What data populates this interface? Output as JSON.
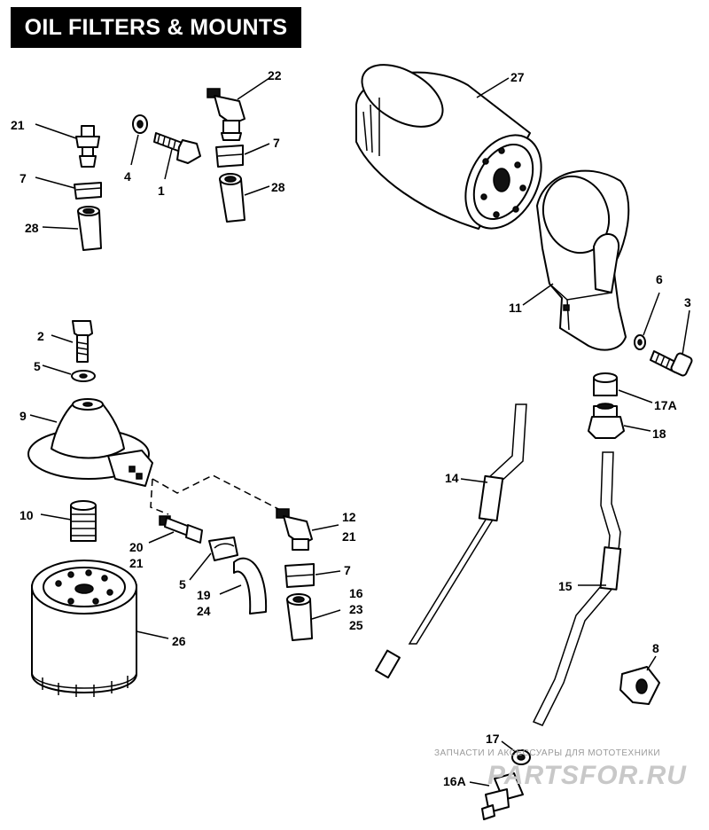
{
  "title": "OIL FILTERS & MOUNTS",
  "callouts": {
    "c21a": "21",
    "c7a": "7",
    "c28a": "28",
    "c4": "4",
    "c1": "1",
    "c22": "22",
    "c7b": "7",
    "c28b": "28",
    "c27": "27",
    "c11": "11",
    "c6": "6",
    "c3": "3",
    "c17A": "17A",
    "c18": "18",
    "c2": "2",
    "c5a": "5",
    "c9": "9",
    "c10": "10",
    "c12": "12",
    "c21b": "21",
    "c20": "20",
    "c21c": "21",
    "c5b": "5",
    "c7c": "7",
    "c19": "19",
    "c24": "24",
    "c16": "16",
    "c23": "23",
    "c25": "25",
    "c26": "26",
    "c14": "14",
    "c15": "15",
    "c8": "8",
    "c17": "17",
    "c16A": "16A"
  },
  "watermark": {
    "tagline": "ЗАПЧАСТИ И АКСЕССУАРЫ ДЛЯ МОТОТЕХНИКИ",
    "site": "PARTSFOR.RU"
  }
}
